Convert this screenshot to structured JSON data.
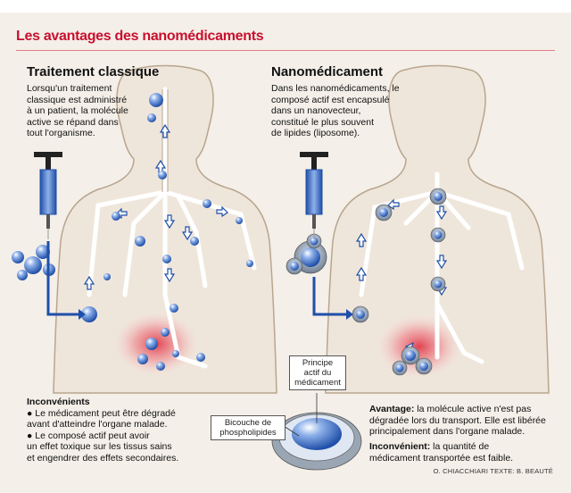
{
  "title": "Les avantages des nanomédicaments",
  "left": {
    "heading": "Traitement classique",
    "lines": [
      "Lorsqu'un traitement",
      "classique est administré",
      "à un patient, la molécule",
      "active se répand dans",
      "tout l'organisme."
    ]
  },
  "right": {
    "heading": "Nanomédicament",
    "lines": [
      "Dans les nanomédicaments, le",
      "composé actif est encapsulé",
      "dans un nanovecteur,",
      "constitué le plus souvent",
      "de lipides (liposome)."
    ]
  },
  "callouts": {
    "principe": [
      "Principe",
      "actif du",
      "médicament"
    ],
    "bicouche": [
      "Bicouche de",
      "phospholipides"
    ]
  },
  "inconv_left": {
    "heading": "Inconvénients",
    "lines": [
      "● Le médicament peut être dégradé",
      "avant d'atteindre l'organe malade.",
      "● Le composé actif peut avoir",
      "un effet toxique sur les tissus sains",
      "et engendrer des effets secondaires."
    ]
  },
  "avantage": {
    "label": "Avantage:",
    "text1": " la molécule active n'est pas",
    "line2": "dégradée lors du transport. Elle est libérée",
    "line3": "principalement dans l'organe malade."
  },
  "inconv_right": {
    "label": "Inconvénient:",
    "text1": " la quantité de",
    "line2": "médicament transportée est faible."
  },
  "credit": "O. CHIACCHIARI   TEXTE: B. BEAUTÉ",
  "colors": {
    "accent": "#c8102e",
    "arrow_blue": "#1f4fa8",
    "body_fill": "#efe6db",
    "body_stroke": "#b9a58e",
    "organ": "#e03a4a"
  }
}
